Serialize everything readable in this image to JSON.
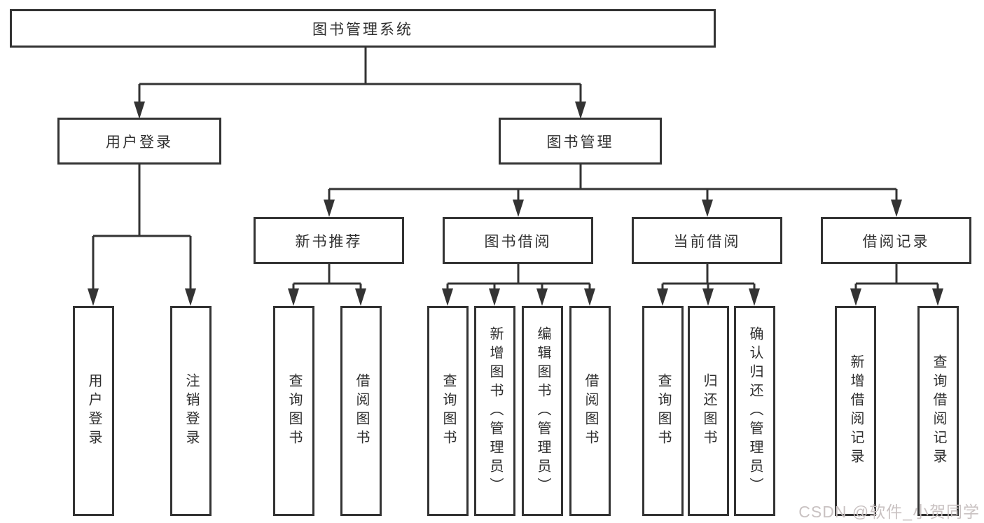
{
  "diagram": {
    "root": {
      "label": "图书管理系统"
    },
    "branches": [
      {
        "label": "用户登录",
        "leaves": [
          {
            "label": "用户登录"
          },
          {
            "label": "注销登录"
          }
        ]
      },
      {
        "label": "图书管理",
        "groups": [
          {
            "label": "新书推荐",
            "leaves": [
              {
                "label": "查询图书"
              },
              {
                "label": "借阅图书"
              }
            ]
          },
          {
            "label": "图书借阅",
            "leaves": [
              {
                "label": "查询图书"
              },
              {
                "label": "新增图书（管理员）"
              },
              {
                "label": "编辑图书（管理员）"
              },
              {
                "label": "借阅图书"
              }
            ]
          },
          {
            "label": "当前借阅",
            "leaves": [
              {
                "label": "查询图书"
              },
              {
                "label": "归还图书"
              },
              {
                "label": "确认归还（管理员）"
              }
            ]
          },
          {
            "label": "借阅记录",
            "leaves": [
              {
                "label": "新增借阅记录"
              },
              {
                "label": "查询借阅记录"
              }
            ]
          }
        ]
      }
    ],
    "watermark": "CSDN @软件_小贺同学",
    "colors": {
      "line": "#333333",
      "text": "#2f2f2f",
      "box_background": "#ffffff",
      "watermark": "#c9c2c2"
    }
  }
}
